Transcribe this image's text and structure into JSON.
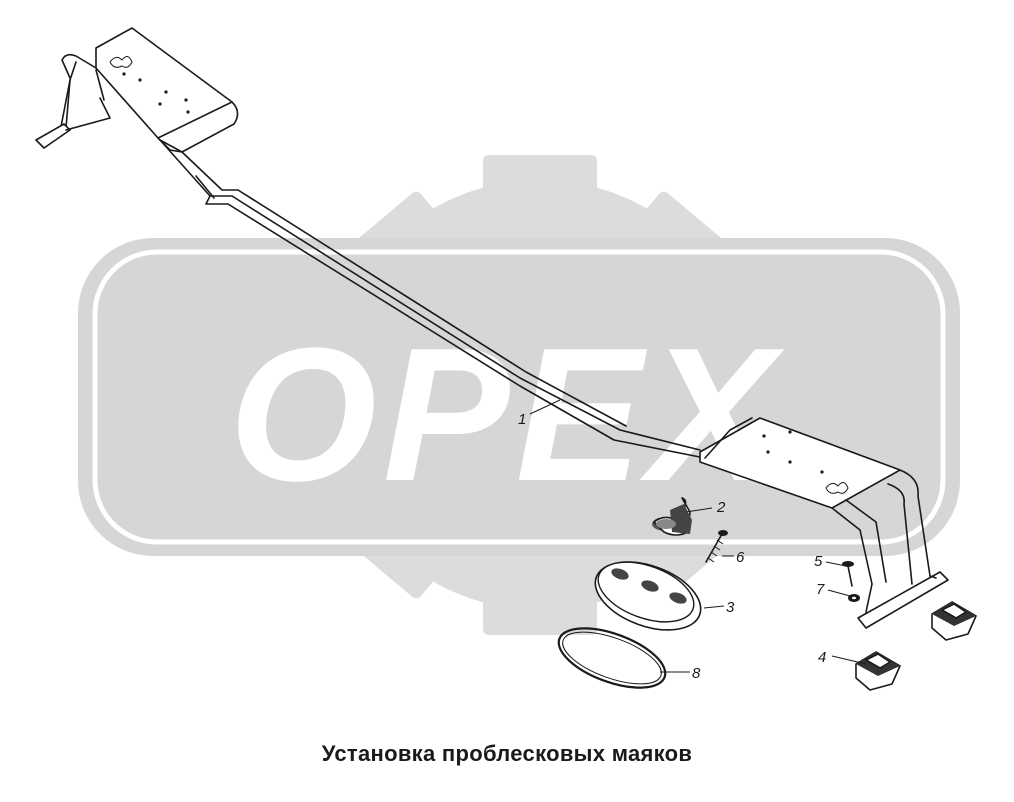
{
  "watermark": {
    "text": "OPEX",
    "color": "#d8d8d8"
  },
  "caption": "Установка проблесковых маяков",
  "callouts": {
    "c1": "1",
    "c2": "2",
    "c3": "3",
    "c4": "4",
    "c5": "5",
    "c6": "6",
    "c7": "7",
    "c8": "8"
  },
  "line_color": "#1a1a1a"
}
